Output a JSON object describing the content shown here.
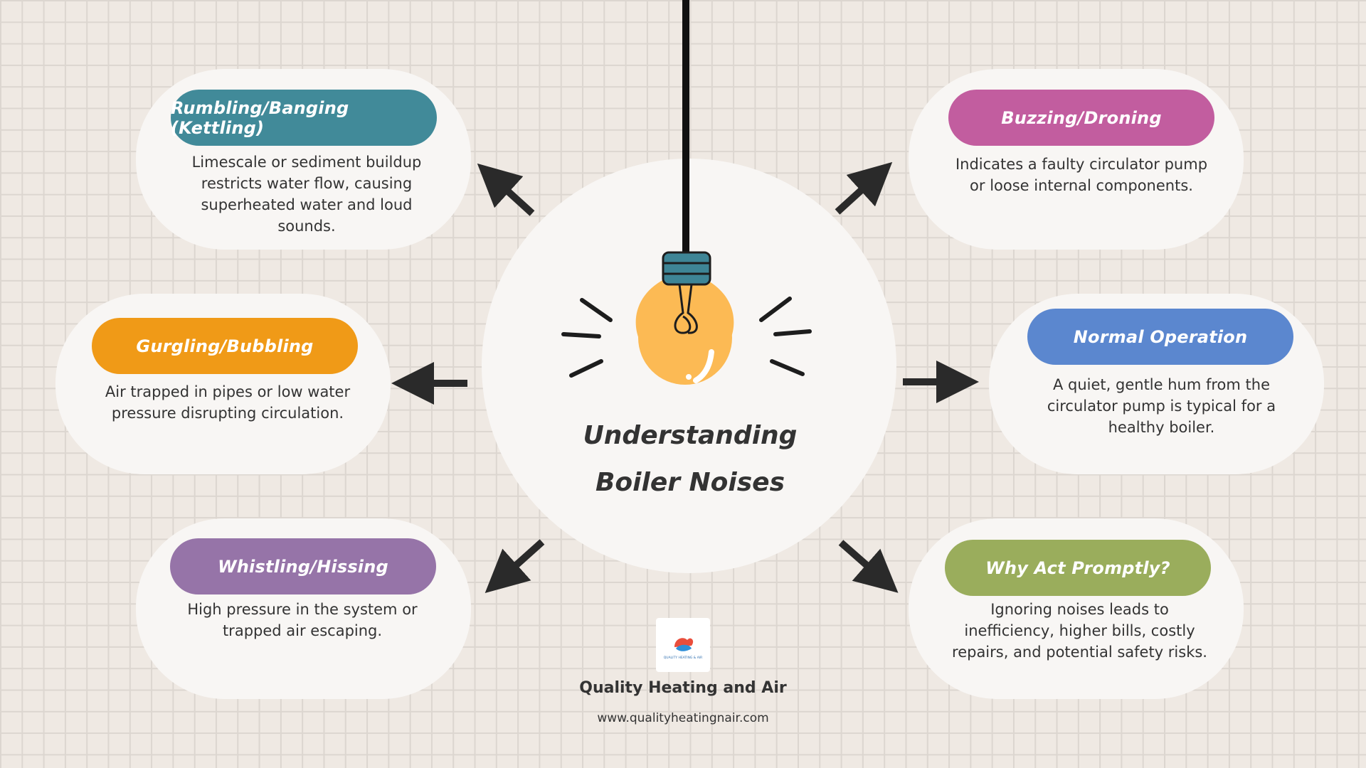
{
  "title": "Understanding Boiler Noises",
  "cards": {
    "rumbling": {
      "heading": "Rumbling/Banging (Kettling)",
      "text": "Limescale or sediment buildup restricts water flow, causing superheated water and loud sounds.",
      "color": "#418a99"
    },
    "gurgling": {
      "heading": "Gurgling/Bubbling",
      "text": "Air trapped in pipes or low water pressure disrupting circulation.",
      "color": "#f09a17"
    },
    "whistling": {
      "heading": "Whistling/Hissing",
      "text": "High pressure in the system or trapped air escaping.",
      "color": "#9674a8"
    },
    "buzzing": {
      "heading": "Buzzing/Droning",
      "text": "Indicates a faulty circulator pump or loose internal components.",
      "color": "#c25d9f"
    },
    "normal": {
      "heading": "Normal Operation",
      "text": "A quiet, gentle hum from the circulator pump is typical for a healthy boiler.",
      "color": "#5b87cf"
    },
    "act": {
      "heading": "Why Act Promptly?",
      "text": "Ignoring noises leads to inefficiency, higher bills, costly repairs, and potential safety risks.",
      "color": "#9aad5c"
    }
  },
  "footer": {
    "logo_text": "QUALITY HEATING & AIR",
    "brand": "Quality Heating and Air",
    "website": "www.qualityheatingnair.com"
  },
  "icons": {
    "bulb": "light-bulb-icon",
    "arrows": "arrow-icon"
  }
}
